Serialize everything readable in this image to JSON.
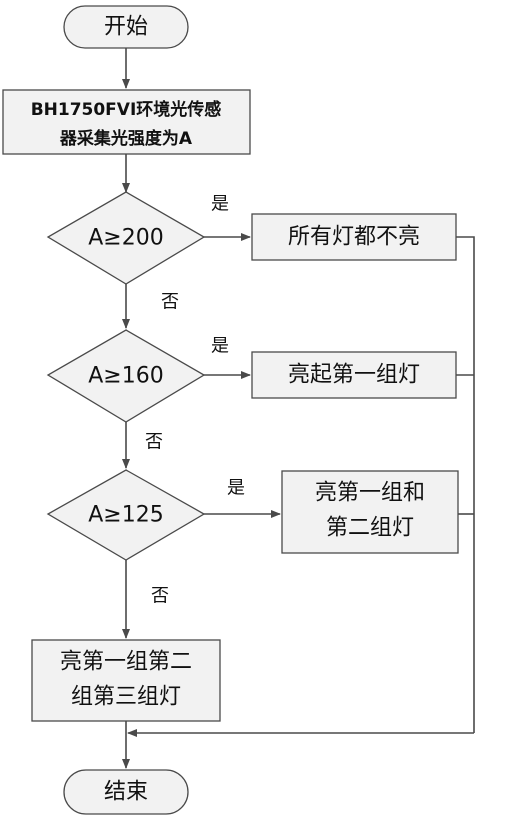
{
  "start": "开始",
  "step1": [
    "BH1750FVI环境光传感",
    "器采集光强度为A"
  ],
  "decision1": "A≥200",
  "action1": "所有灯都不亮",
  "decision2": "A≥160",
  "action2": "亮起第一组灯",
  "decision3": "A≥125",
  "action3": [
    "亮第一组和",
    "第二组灯"
  ],
  "action4": [
    "亮第一组第二",
    "组第三组灯"
  ],
  "end": "结束",
  "yes_label": "是",
  "no_label": "否"
}
